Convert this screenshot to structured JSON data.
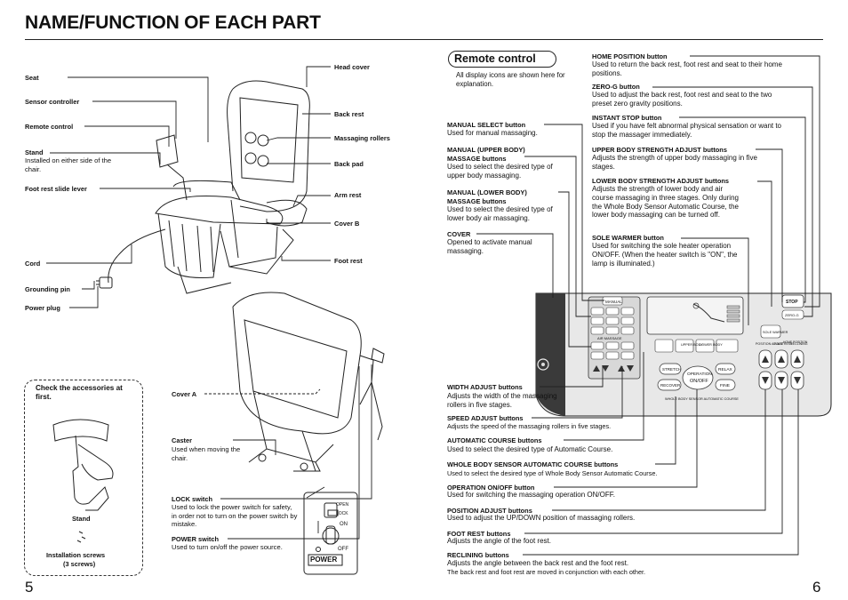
{
  "title": "NAME/FUNCTION OF EACH PART",
  "page_left": "5",
  "page_right": "6",
  "left_labels": {
    "seat": "Seat",
    "sensor_controller": "Sensor controller",
    "remote_control": "Remote control",
    "stand": "Stand",
    "stand_desc": "Installed on either side of the chair.",
    "foot_rest_slide_lever": "Foot rest slide lever",
    "cord": "Cord",
    "grounding_pin": "Grounding pin",
    "power_plug": "Power plug",
    "head_cover": "Head cover",
    "back_rest": "Back rest",
    "massaging_rollers": "Massaging rollers",
    "back_pad": "Back pad",
    "arm_rest": "Arm rest",
    "cover_b": "Cover B",
    "foot_rest": "Foot rest",
    "cover_a": "Cover A",
    "caster": "Caster",
    "caster_desc": "Used when moving the chair.",
    "lock_switch": "LOCK switch",
    "lock_switch_desc": "Used to lock the power switch for safety, in order not to turn on the power switch by mistake.",
    "power_switch": "POWER switch",
    "power_switch_desc": "Used to turn on/off the power source."
  },
  "accessories": {
    "heading": "Check the accessories at first.",
    "stand": "Stand",
    "screws": "Installation screws",
    "screws_count": "(3 screws)"
  },
  "switch_panel": {
    "open": "OPEN",
    "lock": "LOCK",
    "on": "ON",
    "off": "OFF",
    "power": "POWER"
  },
  "remote": {
    "title": "Remote control",
    "note": "All display icons are shown here for explanation.",
    "left_items": [
      {
        "label": "MANUAL SELECT button",
        "desc": "Used for manual massaging."
      },
      {
        "label": "MANUAL (UPPER BODY) MASSAGE buttons",
        "desc": "Used to select the desired type of upper body massaging."
      },
      {
        "label": "MANUAL (LOWER BODY) MASSAGE buttons",
        "desc": "Used to select the desired type of lower body air massaging."
      },
      {
        "label": "COVER",
        "desc": "Opened to activate manual massaging."
      }
    ],
    "right_items": [
      {
        "label": "HOME POSITION button",
        "desc": "Used to return the back rest, foot rest and seat to their home positions."
      },
      {
        "label": "ZERO-G button",
        "desc": "Used to adjust the back rest, foot rest and seat to the two preset zero gravity positions."
      },
      {
        "label": "INSTANT STOP button",
        "desc": "Used if you have felt abnormal physical sensation or want to stop the massager immediately."
      },
      {
        "label": "UPPER BODY STRENGTH ADJUST buttons",
        "desc": "Adjusts the strength of upper body massaging in five stages."
      },
      {
        "label": "LOWER BODY STRENGTH ADJUST buttons",
        "desc": "Adjusts the strength of lower body and air course massaging in three stages. Only during the Whole Body Sensor Automatic Course, the lower body massaging can be turned off."
      },
      {
        "label": "SOLE WARMER button",
        "desc": "Used for switching the sole heater operation ON/OFF. (When the heater switch is \"ON\", the lamp is illuminated.)"
      }
    ],
    "bottom_items": [
      {
        "label": "WIDTH ADJUST buttons",
        "desc": "Adjusts the width of the massaging rollers in five stages."
      },
      {
        "label": "SPEED ADJUST buttons",
        "desc": "Adjusts the speed of the massaging rollers in five stages."
      },
      {
        "label": "AUTOMATIC COURSE buttons",
        "desc": "Used to select the desired type of Automatic Course."
      },
      {
        "label": "WHOLE BODY SENSOR AUTOMATIC COURSE buttons",
        "desc": "Used to select the desired type of Whole Body Sensor Automatic Course."
      },
      {
        "label": "OPERATION ON/OFF button",
        "desc": "Used for switching the massaging operation ON/OFF."
      },
      {
        "label": "POSITION ADJUST buttons",
        "desc": "Used to adjust the UP/DOWN position of massaging rollers."
      },
      {
        "label": "FOOT REST buttons",
        "desc": "Adjusts the angle of the foot rest."
      },
      {
        "label": "RECLINING buttons",
        "desc": "Adjusts the angle between the back rest and the foot rest.",
        "desc2": "The back rest and foot rest are moved in conjunction with each other."
      }
    ]
  },
  "panel": {
    "manual": "MANUAL",
    "air_massage": "AIR MASSAGE",
    "stretch": "STRETCH",
    "operation": "OPERATION",
    "on_off": "ON/OFF",
    "relax": "RELAX",
    "recover": "RECOVER",
    "fine": "FINE",
    "whole_body": "WHOLE BODY SENSOR AUTOMATIC COURSE",
    "upper_body": "UPPER BODY",
    "lower_body": "LOWER BODY",
    "stop": "STOP",
    "zero_g": "ZERO-G",
    "sole_warmer": "SOLE WARMER",
    "position_adjust": "POSITION ADJUST",
    "foot_rest": "FOOT REST",
    "reclining": "RECLINING",
    "home_position": "HOME POSITION"
  }
}
